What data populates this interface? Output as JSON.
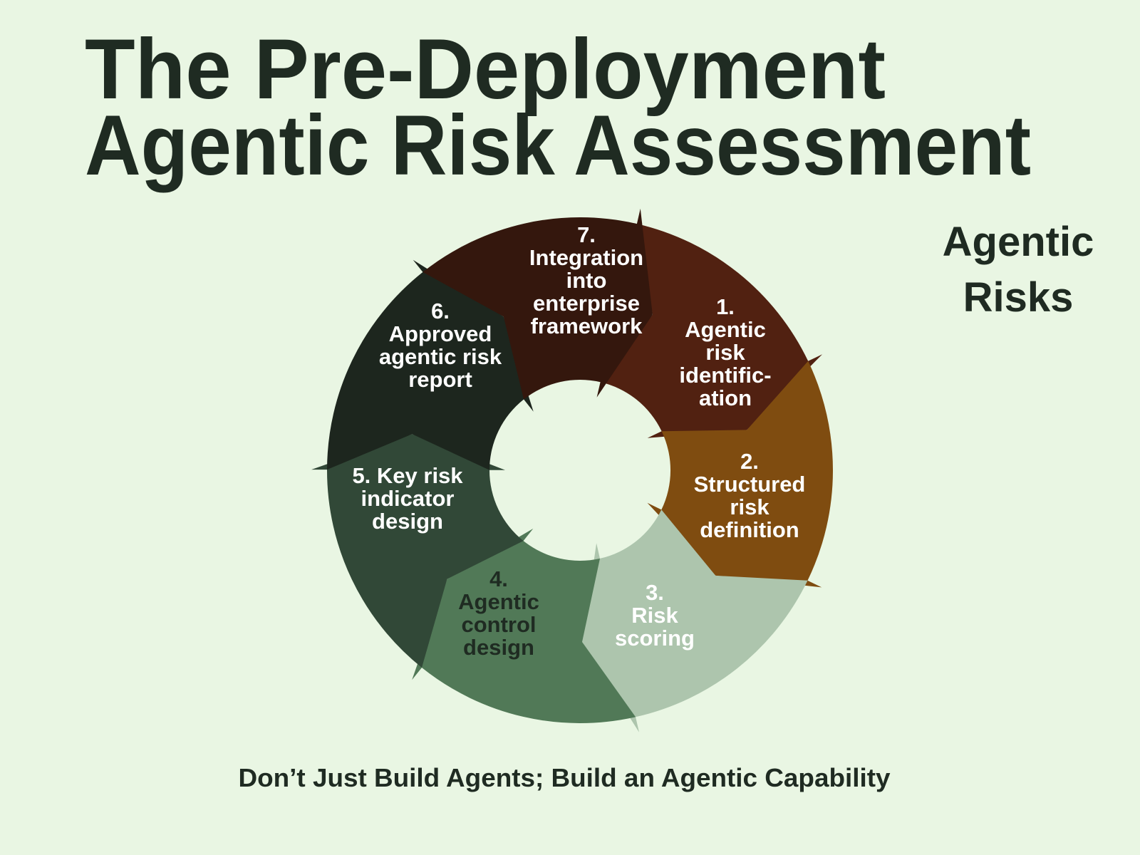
{
  "title": {
    "line1": "The Pre-Deployment",
    "line2": "Agentic Risk Assessment"
  },
  "side_label": {
    "line1": "Agentic",
    "line2": "Risks"
  },
  "footer": "Don’t Just Build Agents; Build an Agentic Capability",
  "steps": [
    {
      "lines": [
        "1.",
        "Agentic",
        "risk",
        "identific-",
        "ation"
      ],
      "color": "#34170d",
      "text_color": "#ffffff"
    },
    {
      "lines": [
        "2.",
        "Structured",
        "risk",
        "definition"
      ],
      "color": "#512111",
      "text_color": "#ffffff"
    },
    {
      "lines": [
        "3.",
        "Risk",
        "scoring"
      ],
      "color": "#7f4c10",
      "text_color": "#ffffff"
    },
    {
      "lines": [
        "4.",
        "Agentic",
        "control",
        "design"
      ],
      "color": "#adc5ad",
      "text_color": "#1f2b22"
    },
    {
      "lines": [
        "5. Key risk",
        "indicator",
        "design"
      ],
      "color": "#517957",
      "text_color": "#ffffff"
    },
    {
      "lines": [
        "6.",
        "Approved",
        "agentic risk",
        "report"
      ],
      "color": "#314837",
      "text_color": "#ffffff"
    },
    {
      "lines": [
        "7.",
        "Integration",
        "into",
        "enterprise",
        "framework"
      ],
      "color": "#1d261e",
      "text_color": "#ffffff"
    }
  ]
}
